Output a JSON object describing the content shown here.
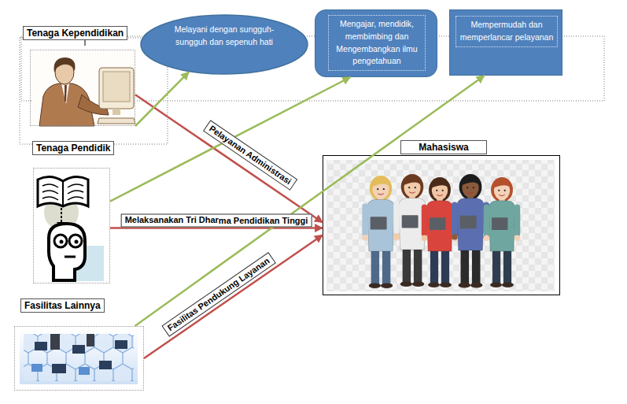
{
  "diagram": {
    "nodes": [
      {
        "text": [
          "Tenaga Kependidikan"
        ]
      },
      {
        "text": [
          "Melayani dengan sungguh-sungguh dan sepenuh hati"
        ]
      },
      {
        "text": [
          "Mengajar, mendidik, membimbing dan Mengembangkan ilmu pengetahuan"
        ]
      },
      {
        "text": [
          "Mempermudah dan memperlancar pelayanan"
        ]
      },
      {
        "text": [
          "Tenaga Pendidik"
        ]
      },
      {
        "text": [
          "Mahasiswa"
        ]
      },
      {
        "text": [
          "Fasilitas Lainnya"
        ]
      }
    ],
    "edges": [
      {
        "from": 0,
        "to": 5,
        "arrow": "to",
        "label": "Pelayanan Administrasi"
      },
      {
        "from": 4,
        "to": 5,
        "arrow": "to",
        "label": "Melaksanakan Tri Dharma Pendidikan Tinggi"
      },
      {
        "from": 6,
        "to": 5,
        "arrow": "to",
        "label": "Fasilitas Pendukung Layanan"
      },
      {
        "from": 0,
        "to": 1,
        "arrow": "to"
      },
      {
        "from": 4,
        "to": 2,
        "arrow": "to"
      },
      {
        "from": 6,
        "to": 3,
        "arrow": "to"
      }
    ]
  }
}
